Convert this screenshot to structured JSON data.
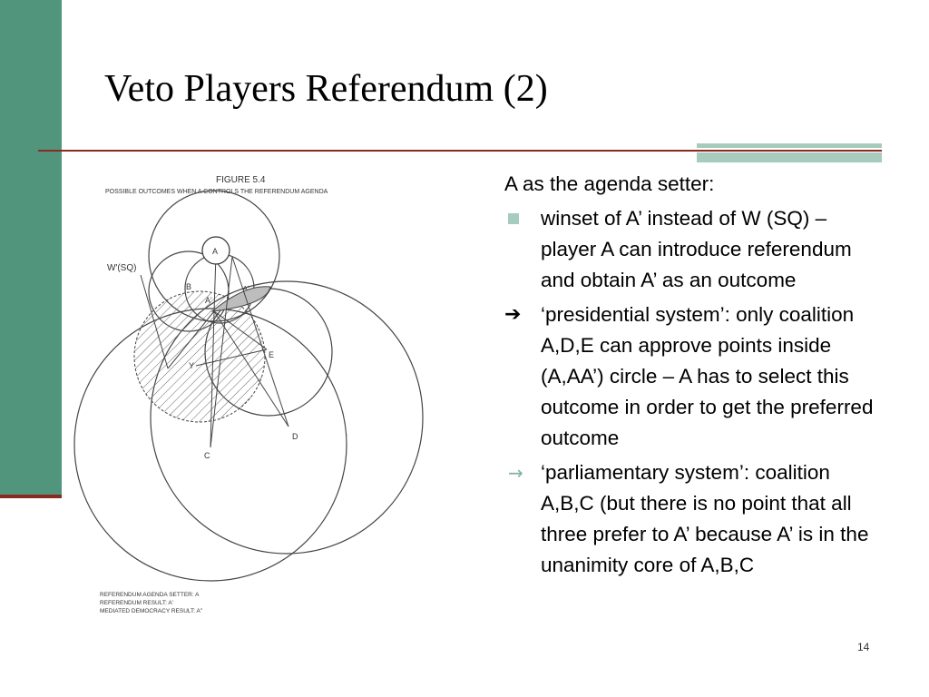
{
  "slide": {
    "title": "Veto Players Referendum (2)",
    "page_number": "14"
  },
  "figure": {
    "caption_title": "FIGURE 5.4",
    "caption_subtitle": "POSSIBLE OUTCOMES WHEN A CONTROLS THE REFERENDUM AGENDA",
    "labels": {
      "A": "A",
      "B": "B",
      "C": "C",
      "D": "D",
      "E": "E",
      "A_prime": "A'",
      "A_double_prime": "A''",
      "Y": "Y",
      "W_SQ": "W'(SQ)"
    },
    "footer": [
      "REFERENDUM AGENDA SETTER: A",
      "REFERENDUM RESULT: A'",
      "MEDIATED DEMOCRACY RESULT: A''"
    ]
  },
  "content": {
    "intro": "A as the agenda setter:",
    "items": [
      {
        "marker": "square-bullet",
        "text": "winset of A’ instead of W (SQ) – player A can introduce referendum and obtain A’ as an outcome"
      },
      {
        "marker": "arrow-black",
        "symbol": "➔",
        "text": "‘presidential system’: only coalition A,D,E can approve points inside (A,AA’) circle – A has to select this outcome in order to get the preferred outcome"
      },
      {
        "marker": "arrow-green",
        "symbol": "→",
        "text": "‘parliamentary system’: coalition A,B,C (but there is no point that all three prefer to A’ because A’ is in the unanimity core of A,B,C"
      }
    ]
  },
  "colors": {
    "sidebar": "#52957d",
    "accent": "#a7cbbd",
    "rule": "#8b2a20"
  }
}
